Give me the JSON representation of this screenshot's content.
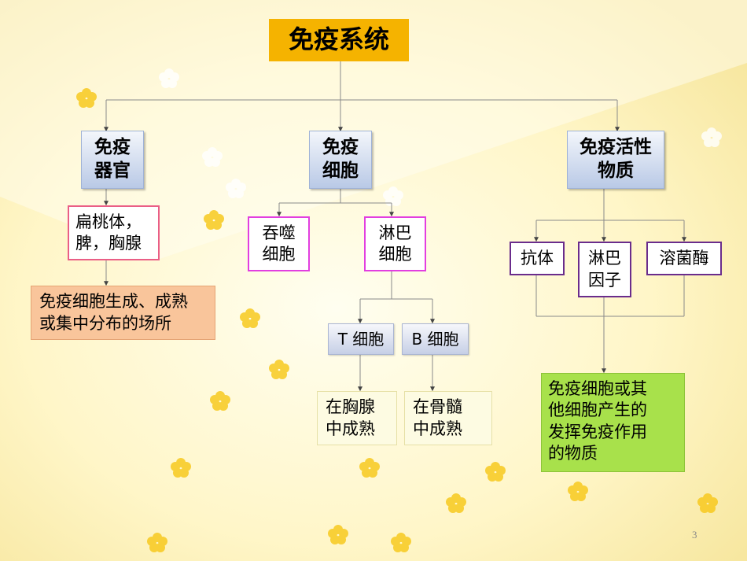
{
  "title": "免疫系统",
  "branches": {
    "organs": {
      "label": "免疫\n器官",
      "members": "扁桃体，\n脾，胸腺",
      "description": "免疫细胞生成、成熟\n或集中分布的场所"
    },
    "cells": {
      "label": "免疫\n细胞",
      "phagocyte": "吞噬\n细胞",
      "lymphocyte": "淋巴\n细胞",
      "t_cell": {
        "label": "T 细胞",
        "origin": "在胸腺\n中成熟"
      },
      "b_cell": {
        "label": "B 细胞",
        "origin": "在骨髓\n中成熟"
      }
    },
    "active_substances": {
      "label": "免疫活性\n物质",
      "items": [
        "抗体",
        "淋巴\n因子",
        "溶菌酶"
      ],
      "description": "免疫细胞或其\n他细胞产生的\n发挥免疫作用\n的物质"
    }
  },
  "page_number": "3",
  "colors": {
    "title_fill": "#f5b300",
    "connector": "#888888",
    "pink_border": "#ea5e86",
    "magenta_border": "#e23ee0",
    "purple_border": "#6a2c8c",
    "orange_fill": "#f9c59b",
    "green_fill": "#a8e14b",
    "cream_fill": "#fdfbe2"
  }
}
